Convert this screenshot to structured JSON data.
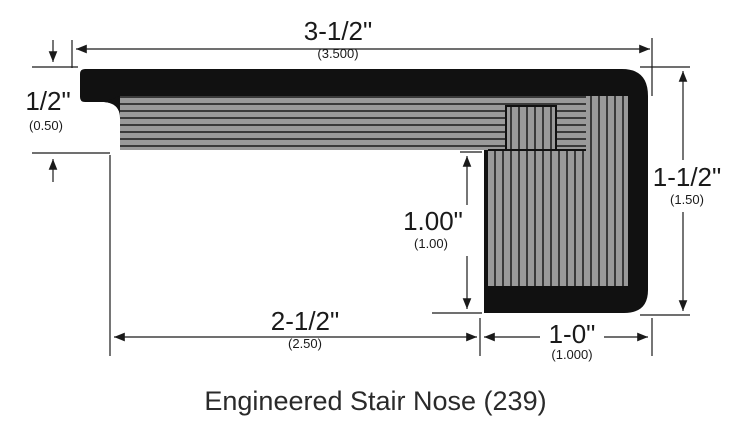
{
  "caption": "Engineered Stair Nose (239)",
  "dimensions": {
    "overall_width": {
      "main": "3-1/2\"",
      "sub": "(3.500)"
    },
    "lip_thickness": {
      "main": "1/2\"",
      "sub": "(0.50)"
    },
    "overall_height": {
      "main": "1-1/2\"",
      "sub": "(1.50)"
    },
    "leg_height": {
      "main": "1.00\"",
      "sub": "(1.00)"
    },
    "overhang": {
      "main": "2-1/2\"",
      "sub": "(2.50)"
    },
    "leg_width": {
      "main": "1-0\"",
      "sub": "(1.000)"
    }
  },
  "colors": {
    "veneer": "#111111",
    "core_light": "#9a9a9a",
    "core_dark": "#3a3a3a",
    "dimension_line": "#1a1a1a"
  }
}
